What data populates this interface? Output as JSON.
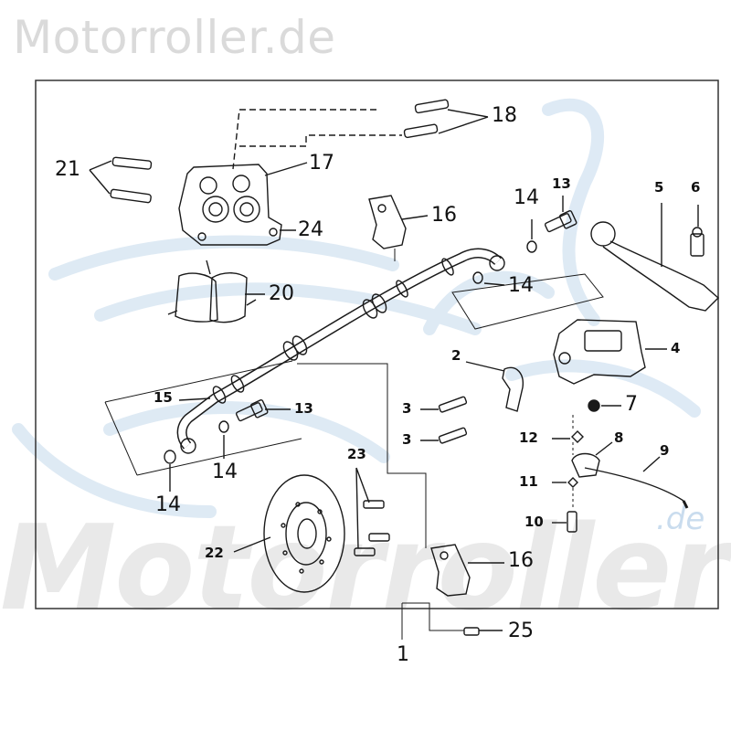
{
  "watermark": {
    "site": "Motorroller.de",
    "brand": "Motorroller",
    "domain_suffix": ".de"
  },
  "callouts": {
    "c1": "1",
    "c2": "2",
    "c3a": "3",
    "c3b": "3",
    "c4": "4",
    "c5": "5",
    "c6": "6",
    "c7": "7",
    "c8": "8",
    "c9": "9",
    "c10": "10",
    "c11": "11",
    "c12": "12",
    "c13a": "13",
    "c13b": "13",
    "c14a": "14",
    "c14b": "14",
    "c14c": "14",
    "c14d": "14",
    "c15": "15",
    "c16a": "16",
    "c16b": "16",
    "c17": "17",
    "c18": "18",
    "c20": "20",
    "c21": "21",
    "c22": "22",
    "c23": "23",
    "c24": "24",
    "c25": "25"
  },
  "colors": {
    "line": "#1a1a1a",
    "watermark_gray": "#dadada",
    "watermark_blue": "#c9dcee"
  }
}
